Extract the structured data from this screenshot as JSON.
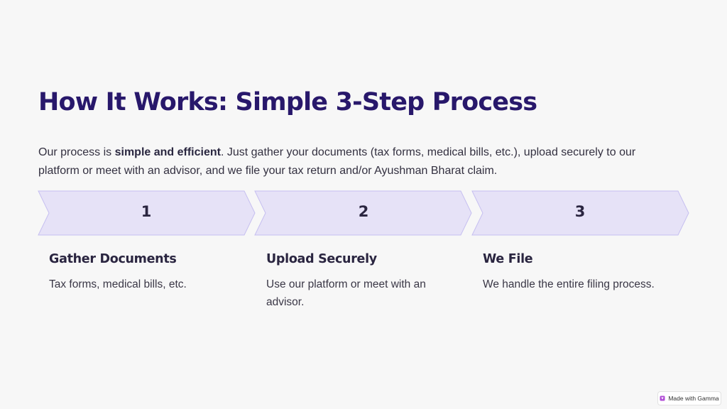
{
  "title": "How It Works: Simple 3-Step Process",
  "intro": {
    "prefix": "Our process is ",
    "bold": "simple and efficient",
    "suffix": ". Just gather your documents (tax forms, medical bills, etc.), upload securely to our platform or meet with an advisor, and we file your tax return and/or Ayushman Bharat claim."
  },
  "steps": [
    {
      "number": "1",
      "title": "Gather Documents",
      "description": "Tax forms, medical bills, etc."
    },
    {
      "number": "2",
      "title": "Upload Securely",
      "description": "Use our platform or meet with an advisor."
    },
    {
      "number": "3",
      "title": "We File",
      "description": "We handle the entire filing process."
    }
  ],
  "colors": {
    "background": "#f7f7f7",
    "title": "#28186b",
    "chevron_fill": "#e6e2f7",
    "chevron_stroke": "#c6bff0"
  },
  "badge": {
    "label": "Made with Gamma",
    "icon": "gamma-logo-icon"
  }
}
